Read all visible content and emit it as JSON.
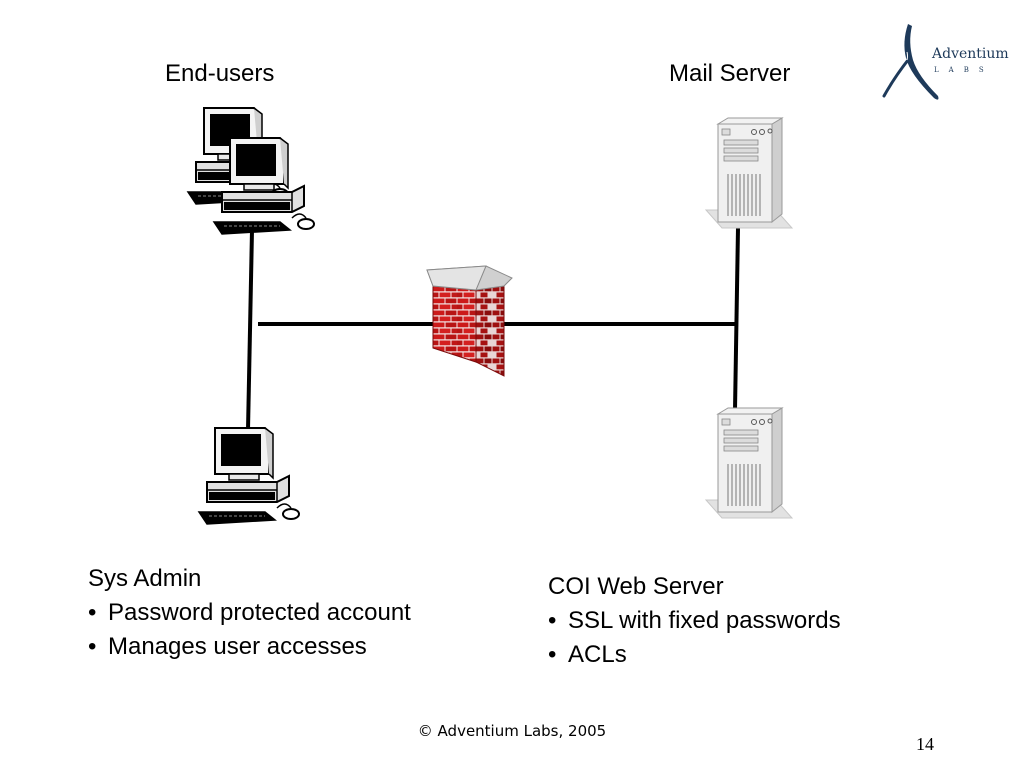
{
  "slide": {
    "endusers_label": "End-users",
    "mailserver_label": "Mail Server",
    "sysadmin": {
      "heading": "Sys Admin",
      "bullets": [
        "Password protected account",
        "Manages user accesses"
      ]
    },
    "webserver": {
      "heading": "COI Web Server",
      "bullets": [
        "SSL with fixed passwords",
        "ACLs"
      ]
    },
    "bullet_char": "•",
    "logo": {
      "name": "Adventium",
      "sub": "LABS"
    },
    "footer": "© Adventium Labs, 2005",
    "page_number": "14"
  },
  "colors": {
    "logo_blue": "#1e3a5a",
    "brick_red": "#cc1a1a",
    "mortar": "#f0e6e6",
    "cap_gray": "#c8c8c8",
    "server_gray": "#e6e6e6"
  },
  "icons": [
    "desktop-computer-icon",
    "tower-server-icon",
    "firewall-brick-wall-icon",
    "adventium-logo-icon"
  ]
}
